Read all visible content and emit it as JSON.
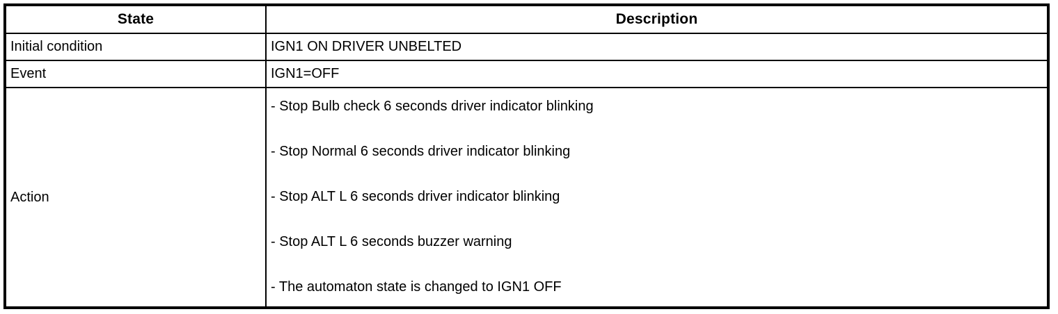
{
  "table": {
    "headers": {
      "state": "State",
      "description": "Description"
    },
    "rows": [
      {
        "state": "Initial condition",
        "description": "IGN1 ON DRIVER UNBELTED"
      },
      {
        "state": "Event",
        "description": "IGN1=OFF"
      }
    ],
    "action_row": {
      "state": "Action",
      "lines": [
        "- Stop Bulb check 6 seconds driver indicator blinking",
        "- Stop Normal 6 seconds driver indicator blinking",
        "- Stop ALT L 6 seconds driver indicator blinking",
        "- Stop ALT L 6 seconds buzzer warning",
        "- The automaton state is changed to IGN1 OFF"
      ]
    },
    "colors": {
      "border": "#000000",
      "text": "#000000",
      "background": "#ffffff"
    }
  }
}
